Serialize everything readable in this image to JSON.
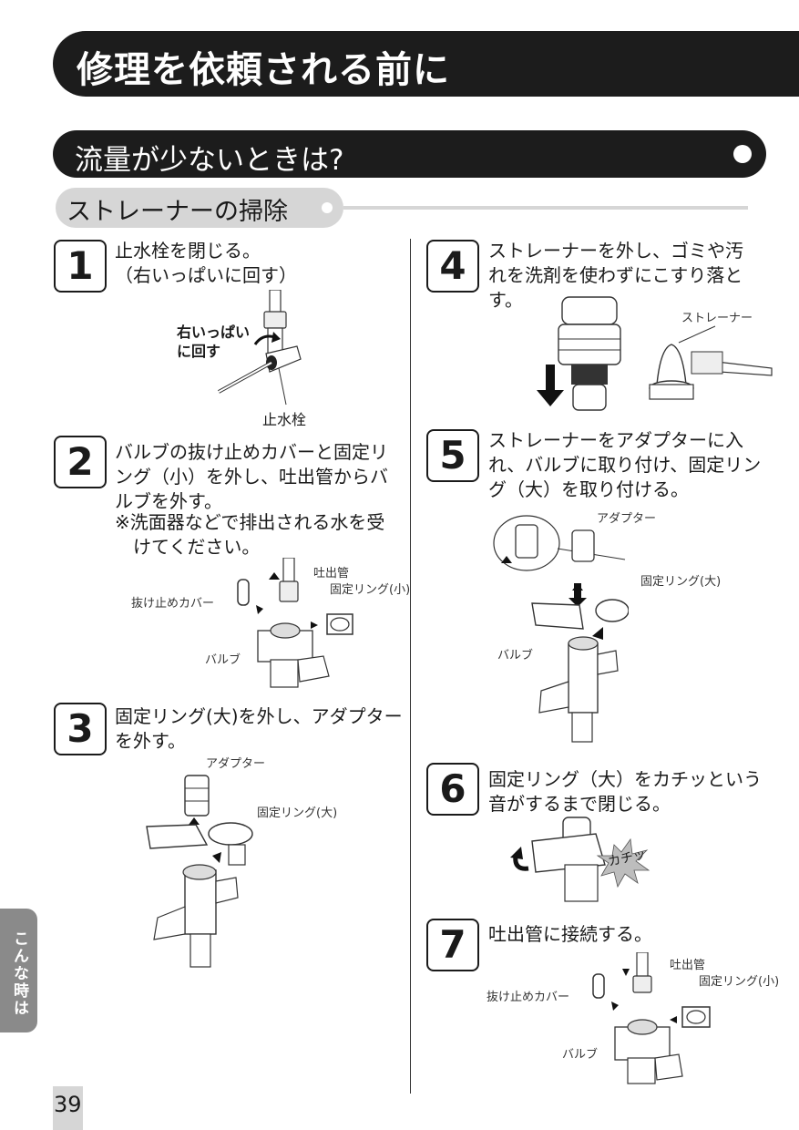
{
  "page_title": "修理を依頼される前に",
  "section_title": "流量が少ないときは?",
  "subsection_title": "ストレーナーの掃除",
  "steps": [
    {
      "num": "1",
      "lines": [
        "止水栓を閉じる。",
        "（右いっぱいに回す）"
      ],
      "labels": {
        "turn_right_line1": "右いっぱい",
        "turn_right_line2": "に回す",
        "stop_valve": "止水栓"
      }
    },
    {
      "num": "2",
      "lines": [
        "バルブの抜け止めカバーと固定リ",
        "ング（小）を外し、吐出管からバ",
        "ルブを外す。"
      ],
      "note_lines": [
        "※洗面器などで排出される水を受",
        "けてください。"
      ],
      "labels": {
        "spout_pipe": "吐出管",
        "fixing_ring_small": "固定リング(小)",
        "retaining_cover": "抜け止めカバー",
        "valve": "バルブ"
      }
    },
    {
      "num": "3",
      "lines": [
        "固定リング(大)を外し、アダプター",
        "を外す。"
      ],
      "labels": {
        "adapter": "アダプター",
        "fixing_ring_large": "固定リング(大)"
      }
    },
    {
      "num": "4",
      "lines": [
        "ストレーナーを外し、ゴミや汚",
        "れを洗剤を使わずにこすり落と",
        "す。"
      ],
      "labels": {
        "strainer": "ストレーナー"
      }
    },
    {
      "num": "5",
      "lines": [
        "ストレーナーをアダプターに入",
        "れ、バルブに取り付け、固定リン",
        "グ（大）を取り付ける。"
      ],
      "labels": {
        "adapter": "アダプター",
        "fixing_ring_large": "固定リング(大)",
        "valve": "バルブ"
      }
    },
    {
      "num": "6",
      "lines": [
        "固定リング（大）をカチッという",
        "音がするまで閉じる。"
      ],
      "labels": {
        "click": "カチッ"
      }
    },
    {
      "num": "7",
      "lines": [
        "吐出管に接続する。"
      ],
      "labels": {
        "spout_pipe": "吐出管",
        "fixing_ring_small": "固定リング(小)",
        "retaining_cover": "抜け止めカバー",
        "valve": "バルブ"
      }
    }
  ],
  "side_tab": "こんな時は",
  "page_number": "39"
}
